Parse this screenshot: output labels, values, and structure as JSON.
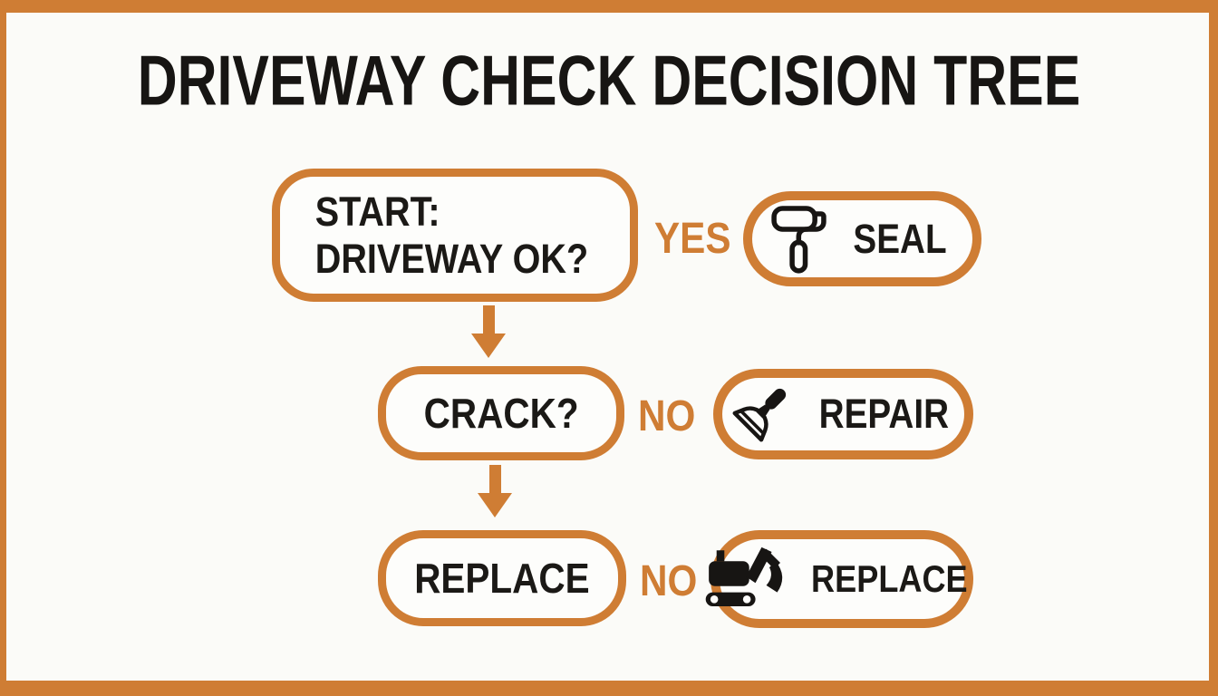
{
  "title": "DRIVEWAY CHECK DECISION TREE",
  "colors": {
    "accent_orange": "#CF7D34",
    "ink_black": "#1B1916",
    "background": "#FBFBF8"
  },
  "flow": {
    "decisions": [
      {
        "id": "start",
        "line1": "START:",
        "line2": "DRIVEWAY OK?"
      },
      {
        "id": "crack",
        "label": "CRACK?"
      },
      {
        "id": "replace",
        "label": "REPLACE"
      }
    ],
    "edge_labels": {
      "yes": "YES",
      "no1": "NO",
      "no2": "NO"
    },
    "actions": [
      {
        "id": "seal",
        "label": "SEAL",
        "icon": "paint-roller-icon"
      },
      {
        "id": "repair",
        "label": "REPAIR",
        "icon": "putty-knife-icon"
      },
      {
        "id": "replace-action",
        "label": "REPLACE",
        "icon": "excavator-icon"
      }
    ]
  }
}
